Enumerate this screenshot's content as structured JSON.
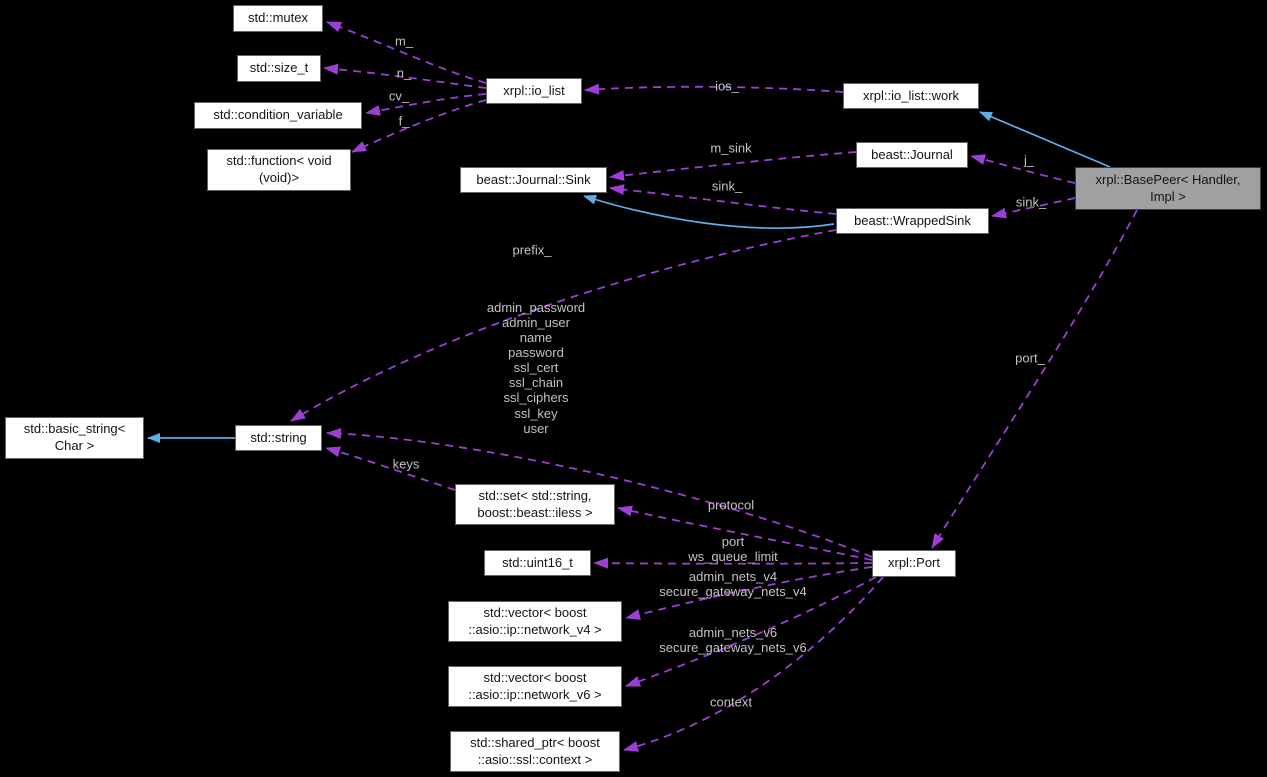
{
  "nodes": {
    "mutex": {
      "label": "std::mutex"
    },
    "size_t": {
      "label": "std::size_t"
    },
    "condition_variable": {
      "label": "std::condition_variable"
    },
    "function": {
      "label": "std::function< void\n(void)>"
    },
    "io_list": {
      "label": "xrpl::io_list"
    },
    "io_list_work": {
      "label": "xrpl::io_list::work"
    },
    "journal": {
      "label": "beast::Journal"
    },
    "journal_sink": {
      "label": "beast::Journal::Sink"
    },
    "wrapped_sink": {
      "label": "beast::WrappedSink"
    },
    "base_peer": {
      "label": "xrpl::BasePeer< Handler,\nImpl >"
    },
    "basic_string": {
      "label": "std::basic_string<\nChar >"
    },
    "string": {
      "label": "std::string"
    },
    "set": {
      "label": "std::set< std::string,\nboost::beast::iless >"
    },
    "uint16": {
      "label": "std::uint16_t"
    },
    "vector_v4": {
      "label": "std::vector< boost\n::asio::ip::network_v4 >"
    },
    "vector_v6": {
      "label": "std::vector< boost\n::asio::ip::network_v6 >"
    },
    "shared_ptr": {
      "label": "std::shared_ptr< boost\n::asio::ssl::context >"
    },
    "port": {
      "label": "xrpl::Port"
    }
  },
  "edge_labels": {
    "m": "m_",
    "n": "n_",
    "cv": "cv_",
    "f": "f_",
    "ios": "ios_",
    "m_sink": "m_sink",
    "sink_journal_sink": "sink_",
    "j": "j_",
    "sink_wrapped": "sink_",
    "prefix": "prefix_",
    "port_members": "admin_password\nadmin_user\nname\npassword\nssl_cert\nssl_chain\nssl_ciphers\nssl_key\nuser",
    "port_ref": "port_",
    "keys": "keys",
    "protocol": "protocol",
    "port_ws": "port\nws_queue_limit",
    "nets_v4": "admin_nets_v4\nsecure_gateway_nets_v4",
    "nets_v6": "admin_nets_v6\nsecure_gateway_nets_v6",
    "context": "context"
  },
  "edges": [
    {
      "from": "xrpl::io_list",
      "to": "std::mutex",
      "type": "usage",
      "label": "m_"
    },
    {
      "from": "xrpl::io_list",
      "to": "std::size_t",
      "type": "usage",
      "label": "n_"
    },
    {
      "from": "xrpl::io_list",
      "to": "std::condition_variable",
      "type": "usage",
      "label": "cv_"
    },
    {
      "from": "xrpl::io_list",
      "to": "std::function< void (void)>",
      "type": "usage",
      "label": "f_"
    },
    {
      "from": "xrpl::io_list::work",
      "to": "xrpl::io_list",
      "type": "usage",
      "label": "ios_"
    },
    {
      "from": "beast::Journal",
      "to": "beast::Journal::Sink",
      "type": "usage",
      "label": "m_sink"
    },
    {
      "from": "beast::WrappedSink",
      "to": "beast::Journal::Sink",
      "type": "usage",
      "label": "sink_"
    },
    {
      "from": "beast::WrappedSink",
      "to": "beast::Journal::Sink",
      "type": "inheritance",
      "label": ""
    },
    {
      "from": "beast::WrappedSink",
      "to": "std::string",
      "type": "usage",
      "label": "prefix_"
    },
    {
      "from": "xrpl::BasePeer< Handler, Impl >",
      "to": "beast::Journal",
      "type": "usage",
      "label": "j_"
    },
    {
      "from": "xrpl::BasePeer< Handler, Impl >",
      "to": "beast::WrappedSink",
      "type": "usage",
      "label": "sink_"
    },
    {
      "from": "xrpl::BasePeer< Handler, Impl >",
      "to": "xrpl::io_list::work",
      "type": "inheritance",
      "label": ""
    },
    {
      "from": "xrpl::BasePeer< Handler, Impl >",
      "to": "xrpl::Port",
      "type": "usage",
      "label": "port_"
    },
    {
      "from": "std::string",
      "to": "std::basic_string< Char >",
      "type": "inheritance",
      "label": ""
    },
    {
      "from": "std::set< std::string, boost::beast::iless >",
      "to": "std::string",
      "type": "usage",
      "label": "keys"
    },
    {
      "from": "xrpl::Port",
      "to": "std::string",
      "type": "usage",
      "label": "admin_password admin_user name password ssl_cert ssl_chain ssl_ciphers ssl_key user"
    },
    {
      "from": "xrpl::Port",
      "to": "std::set< std::string, boost::beast::iless >",
      "type": "usage",
      "label": "protocol"
    },
    {
      "from": "xrpl::Port",
      "to": "std::uint16_t",
      "type": "usage",
      "label": "port ws_queue_limit"
    },
    {
      "from": "xrpl::Port",
      "to": "std::vector< boost::asio::ip::network_v4 >",
      "type": "usage",
      "label": "admin_nets_v4 secure_gateway_nets_v4"
    },
    {
      "from": "xrpl::Port",
      "to": "std::vector< boost::asio::ip::network_v6 >",
      "type": "usage",
      "label": "admin_nets_v6 secure_gateway_nets_v6"
    },
    {
      "from": "xrpl::Port",
      "to": "std::shared_ptr< boost::asio::ssl::context >",
      "type": "usage",
      "label": "context"
    }
  ],
  "colors": {
    "background": "#000000",
    "usage_edge": "#9c3fd4",
    "inheritance_edge": "#60aee8",
    "node_background": "#ffffff",
    "node_border": "#636363",
    "highlight_background": "#a0a0a0",
    "edge_label_text": "#c2c2c2",
    "node_text": "#141414"
  }
}
